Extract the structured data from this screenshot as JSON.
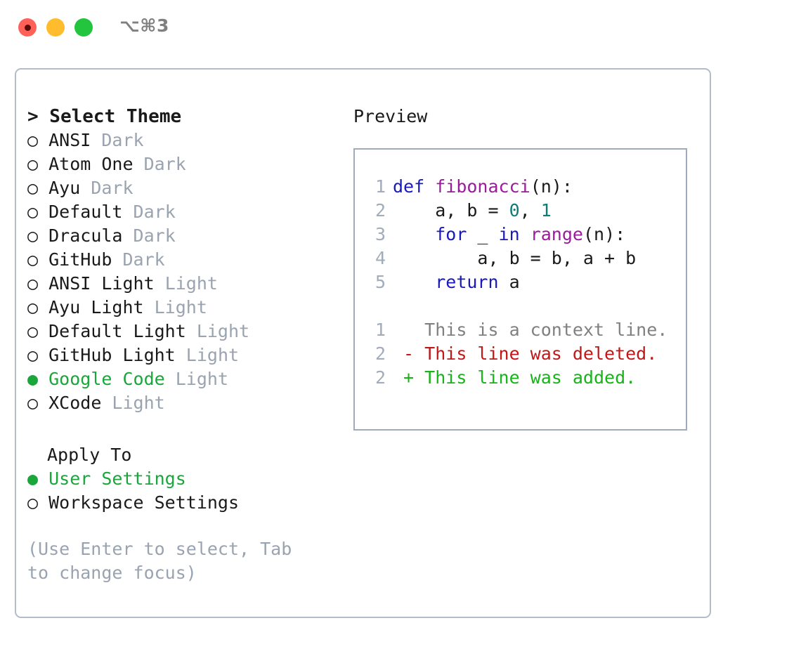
{
  "titlebar": {
    "shortcut": "⌥⌘3",
    "lights": [
      {
        "name": "close",
        "color": "#ff6159"
      },
      {
        "name": "minimize",
        "color": "#ffbd2e"
      },
      {
        "name": "zoom",
        "color": "#23c53f"
      }
    ]
  },
  "theme_picker": {
    "header": "> Select Theme",
    "bullet_unselected": "○",
    "bullet_selected": "●",
    "options": [
      {
        "bullet": "○",
        "label": "ANSI",
        "variant": "Dark",
        "selected": false
      },
      {
        "bullet": "○",
        "label": "Atom One",
        "variant": "Dark",
        "selected": false
      },
      {
        "bullet": "○",
        "label": "Ayu",
        "variant": "Dark",
        "selected": false
      },
      {
        "bullet": "○",
        "label": "Default",
        "variant": "Dark",
        "selected": false
      },
      {
        "bullet": "○",
        "label": "Dracula",
        "variant": "Dark",
        "selected": false
      },
      {
        "bullet": "○",
        "label": "GitHub",
        "variant": "Dark",
        "selected": false
      },
      {
        "bullet": "○",
        "label": "ANSI Light",
        "variant": "Light",
        "selected": false
      },
      {
        "bullet": "○",
        "label": "Ayu Light",
        "variant": "Light",
        "selected": false
      },
      {
        "bullet": "○",
        "label": "Default Light",
        "variant": "Light",
        "selected": false
      },
      {
        "bullet": "○",
        "label": "GitHub Light",
        "variant": "Light",
        "selected": false
      },
      {
        "bullet": "●",
        "label": "Google Code",
        "variant": "Light",
        "selected": true
      },
      {
        "bullet": "○",
        "label": "XCode",
        "variant": "Light",
        "selected": false
      }
    ]
  },
  "apply_to": {
    "header": "Apply To",
    "options": [
      {
        "bullet": "●",
        "label": "User Settings",
        "selected": true
      },
      {
        "bullet": "○",
        "label": "Workspace Settings",
        "selected": false
      }
    ]
  },
  "hint": "(Use Enter to select, Tab to change focus)",
  "preview": {
    "title": "Preview",
    "code_lines": [
      {
        "num": "1",
        "tokens": [
          {
            "t": "def",
            "c": "kw"
          },
          {
            "t": " ",
            "c": "pl"
          },
          {
            "t": "fibonacci",
            "c": "fn"
          },
          {
            "t": "(n):",
            "c": "pl"
          }
        ]
      },
      {
        "num": "2",
        "tokens": [
          {
            "t": "    a, b = ",
            "c": "pl"
          },
          {
            "t": "0",
            "c": "num"
          },
          {
            "t": ", ",
            "c": "pl"
          },
          {
            "t": "1",
            "c": "num"
          }
        ]
      },
      {
        "num": "3",
        "tokens": [
          {
            "t": "    ",
            "c": "pl"
          },
          {
            "t": "for",
            "c": "kw"
          },
          {
            "t": " _ ",
            "c": "pl"
          },
          {
            "t": "in",
            "c": "kw"
          },
          {
            "t": " ",
            "c": "pl"
          },
          {
            "t": "range",
            "c": "fn"
          },
          {
            "t": "(n):",
            "c": "pl"
          }
        ]
      },
      {
        "num": "4",
        "tokens": [
          {
            "t": "        a, b = b, a + b",
            "c": "pl"
          }
        ]
      },
      {
        "num": "5",
        "tokens": [
          {
            "t": "    ",
            "c": "pl"
          },
          {
            "t": "return",
            "c": "kw"
          },
          {
            "t": " a",
            "c": "pl"
          }
        ]
      }
    ],
    "diff_lines": [
      {
        "num": "1",
        "marker": " ",
        "text": " This is a context line.",
        "kind": "diff-ctx"
      },
      {
        "num": "2",
        "marker": "-",
        "text": " This line was deleted.",
        "kind": "diff-del"
      },
      {
        "num": "2",
        "marker": "+",
        "text": " This line was added.",
        "kind": "diff-add"
      }
    ]
  },
  "colors": {
    "accent_green": "#1aa63b",
    "muted": "#9aa3b0",
    "keyword": "#1a1aba",
    "function": "#9c1a9c",
    "number": "#0d7b78",
    "diff_add": "#17b417",
    "diff_del": "#c01818",
    "border": "#b3bcc9"
  }
}
